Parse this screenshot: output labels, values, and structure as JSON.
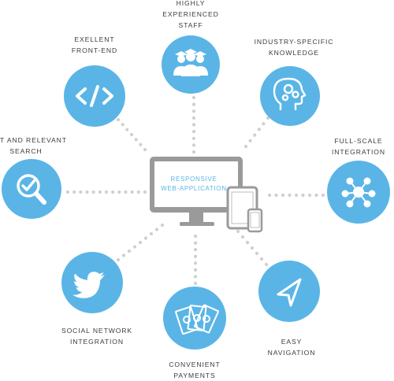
{
  "center": {
    "line1": "RESPONSIVE",
    "line2": "WEB-APPLICATION"
  },
  "features": [
    {
      "id": "experienced-staff",
      "line1": "HIGHLY",
      "line2": "EXPERIENCED",
      "line3": "STAFF",
      "icon": "team-icon"
    },
    {
      "id": "front-end",
      "line1": "EXELLENT",
      "line2": "FRONT-END",
      "icon": "code-icon"
    },
    {
      "id": "industry-knowledge",
      "line1": "INDUSTRY-SPECIFIC",
      "line2": "KNOWLEDGE",
      "icon": "head-gears-icon"
    },
    {
      "id": "search",
      "line1": "FAST AND RELEVANT",
      "line2": "SEARCH",
      "icon": "search-check-icon"
    },
    {
      "id": "integration",
      "line1": "FULL-SCALE",
      "line2": "INTEGRATION",
      "icon": "network-icon"
    },
    {
      "id": "social",
      "line1": "SOCIAL NETWORK",
      "line2": "INTEGRATION",
      "icon": "twitter-bird-icon"
    },
    {
      "id": "payments",
      "line1": "CONVENIENT",
      "line2": "PAYMENTS",
      "icon": "banknotes-icon"
    },
    {
      "id": "navigation",
      "line1": "EASY",
      "line2": "NAVIGATION",
      "icon": "navigation-arrow-icon"
    }
  ],
  "colors": {
    "circle": "#5ab5e6",
    "device": "#9a9a9a",
    "dots": "#cfcfcf",
    "label": "#3c3c3c",
    "center_text": "#5ab5e6"
  }
}
